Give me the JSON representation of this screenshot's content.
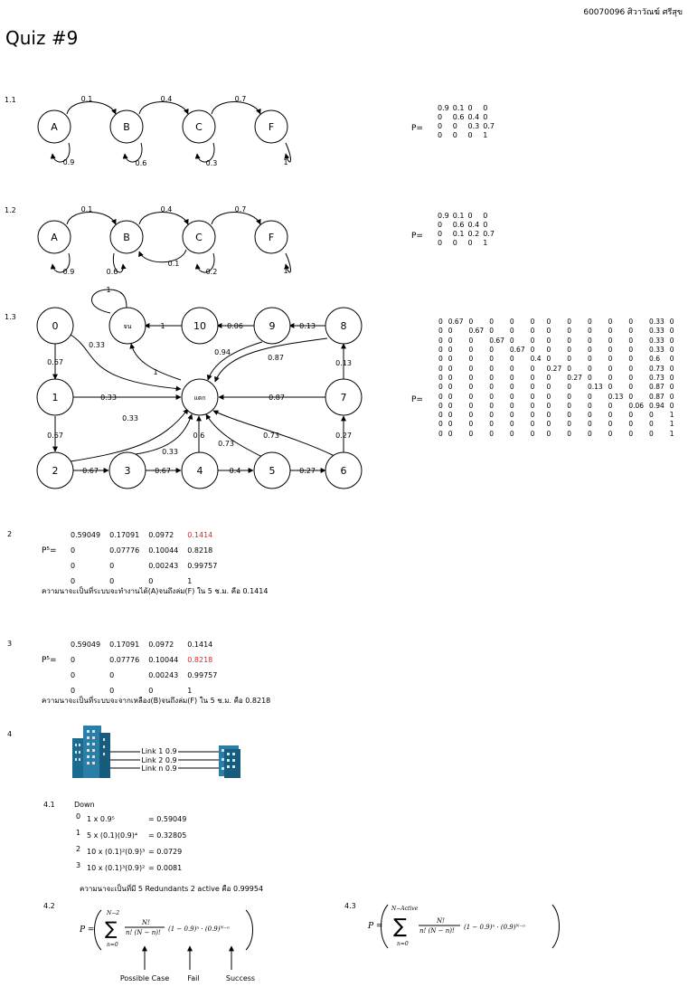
{
  "header": {
    "author": "60070096 ศิวาวัณฆ์ ศรีสุข",
    "title": "Quiz #9"
  },
  "sections": {
    "s11": {
      "num": "1.1",
      "nodes": [
        "A",
        "B",
        "C",
        "F"
      ],
      "edges": {
        "ab": "0.1",
        "bc": "0.4",
        "cf": "0.7"
      },
      "loops": [
        "0.9",
        "0.6",
        "0.3",
        "1"
      ],
      "matrix_label": "P=",
      "matrix": [
        [
          "0.9",
          "0.1",
          "0",
          "0"
        ],
        [
          "0",
          "0.6",
          "0.4",
          "0"
        ],
        [
          "0",
          "0",
          "0.3",
          "0.7"
        ],
        [
          "0",
          "0",
          "0",
          "1"
        ]
      ]
    },
    "s12": {
      "num": "1.2",
      "nodes": [
        "A",
        "B",
        "C",
        "F"
      ],
      "edges": {
        "ab": "0.1",
        "bc": "0.4",
        "cf": "0.7",
        "cb": "0.1"
      },
      "loops": [
        "0.9",
        "0.6",
        "0.2",
        "1"
      ],
      "matrix_label": "P=",
      "matrix": [
        [
          "0.9",
          "0.1",
          "0",
          "0"
        ],
        [
          "0",
          "0.6",
          "0.4",
          "0"
        ],
        [
          "0",
          "0.1",
          "0.2",
          "0.7"
        ],
        [
          "0",
          "0",
          "0",
          "1"
        ]
      ]
    },
    "s13": {
      "num": "1.3",
      "nodes": {
        "n0": "0",
        "n1": "1",
        "n2": "2",
        "n3": "3",
        "n4": "4",
        "n5": "5",
        "n6": "6",
        "n7": "7",
        "n8": "8",
        "n9": "9",
        "n10": "10",
        "jon": "จน",
        "taek": "แตก"
      },
      "edge_labels": [
        "1",
        "1",
        "0.06",
        "0.13",
        "0.33",
        "0.67",
        "0.94",
        "0.87",
        "1",
        "0.13",
        "0.33",
        "0.87",
        "0.67",
        "0.33",
        "0.33",
        "0.6",
        "0.73",
        "0.73",
        "0.27",
        "0.67",
        "0.67",
        "0.4",
        "0.27"
      ],
      "matrix_label": "P=",
      "matrix": [
        [
          "0",
          "0.67",
          "0",
          "0",
          "0",
          "0",
          "0",
          "0",
          "0",
          "0",
          "0",
          "0.33",
          "0"
        ],
        [
          "0",
          "0",
          "0.67",
          "0",
          "0",
          "0",
          "0",
          "0",
          "0",
          "0",
          "0",
          "0.33",
          "0"
        ],
        [
          "0",
          "0",
          "0",
          "0.67",
          "0",
          "0",
          "0",
          "0",
          "0",
          "0",
          "0",
          "0.33",
          "0"
        ],
        [
          "0",
          "0",
          "0",
          "0",
          "0.67",
          "0",
          "0",
          "0",
          "0",
          "0",
          "0",
          "0.33",
          "0"
        ],
        [
          "0",
          "0",
          "0",
          "0",
          "0",
          "0.4",
          "0",
          "0",
          "0",
          "0",
          "0",
          "0.6",
          "0"
        ],
        [
          "0",
          "0",
          "0",
          "0",
          "0",
          "0",
          "0.27",
          "0",
          "0",
          "0",
          "0",
          "0.73",
          "0"
        ],
        [
          "0",
          "0",
          "0",
          "0",
          "0",
          "0",
          "0",
          "0.27",
          "0",
          "0",
          "0",
          "0.73",
          "0"
        ],
        [
          "0",
          "0",
          "0",
          "0",
          "0",
          "0",
          "0",
          "0",
          "0.13",
          "0",
          "0",
          "0.87",
          "0"
        ],
        [
          "0",
          "0",
          "0",
          "0",
          "0",
          "0",
          "0",
          "0",
          "0",
          "0.13",
          "0",
          "0.87",
          "0"
        ],
        [
          "0",
          "0",
          "0",
          "0",
          "0",
          "0",
          "0",
          "0",
          "0",
          "0",
          "0.06",
          "0.94",
          "0"
        ],
        [
          "0",
          "0",
          "0",
          "0",
          "0",
          "0",
          "0",
          "0",
          "0",
          "0",
          "0",
          "0",
          "1"
        ],
        [
          "0",
          "0",
          "0",
          "0",
          "0",
          "0",
          "0",
          "0",
          "0",
          "0",
          "0",
          "0",
          "1"
        ],
        [
          "0",
          "0",
          "0",
          "0",
          "0",
          "0",
          "0",
          "0",
          "0",
          "0",
          "0",
          "0",
          "1"
        ]
      ]
    },
    "s2": {
      "num": "2",
      "label": "P⁵=",
      "matrix": [
        [
          "0.59049",
          "0.17091",
          "0.0972",
          "0.1414"
        ],
        [
          "0",
          "0.07776",
          "0.10044",
          "0.8218"
        ],
        [
          "0",
          "0",
          "0.00243",
          "0.99757"
        ],
        [
          "0",
          "0",
          "0",
          "1"
        ]
      ],
      "highlight": "0.1414",
      "answer": "ความนาจะเป็นที่ระบบจะทำงานได้(A)จนถึงล่ม(F) ใน 5 ช.ม. คือ 0.1414"
    },
    "s3": {
      "num": "3",
      "label": "P⁵=",
      "matrix": [
        [
          "0.59049",
          "0.17091",
          "0.0972",
          "0.1414"
        ],
        [
          "0",
          "0.07776",
          "0.10044",
          "0.8218"
        ],
        [
          "0",
          "0",
          "0.00243",
          "0.99757"
        ],
        [
          "0",
          "0",
          "0",
          "1"
        ]
      ],
      "highlight": "0.8218",
      "answer": "ความนาจะเป็นที่ระบบจะจากเหลือง(B)จนถึงล่ม(F) ใน 5 ช.ม. คือ 0.8218"
    },
    "s4": {
      "num": "4",
      "links": [
        "Link 1 0.9",
        "Link 2 0.9",
        "Link n 0.9"
      ],
      "building_color": "#1b6a8f"
    },
    "s41": {
      "num": "4.1",
      "heading": "Down",
      "rows": [
        {
          "n": "0",
          "expr": "1 x 0.9⁵",
          "result": "= 0.59049"
        },
        {
          "n": "1",
          "expr": "5 x (0.1)(0.9)⁴",
          "result": "= 0.32805"
        },
        {
          "n": "2",
          "expr": "10 x (0.1)²(0.9)³",
          "result": "= 0.0729"
        },
        {
          "n": "3",
          "expr": "10 x (0.1)³(0.9)²",
          "result": "= 0.0081"
        }
      ],
      "conclusion": "ความนาจะเป็นที่มี 5 Redundants 2 active คือ 0.99954"
    },
    "s42": {
      "num": "4.2",
      "pointers": [
        "Possible Case",
        "Fail",
        "Success"
      ]
    },
    "s43": {
      "num": "4.3"
    }
  }
}
